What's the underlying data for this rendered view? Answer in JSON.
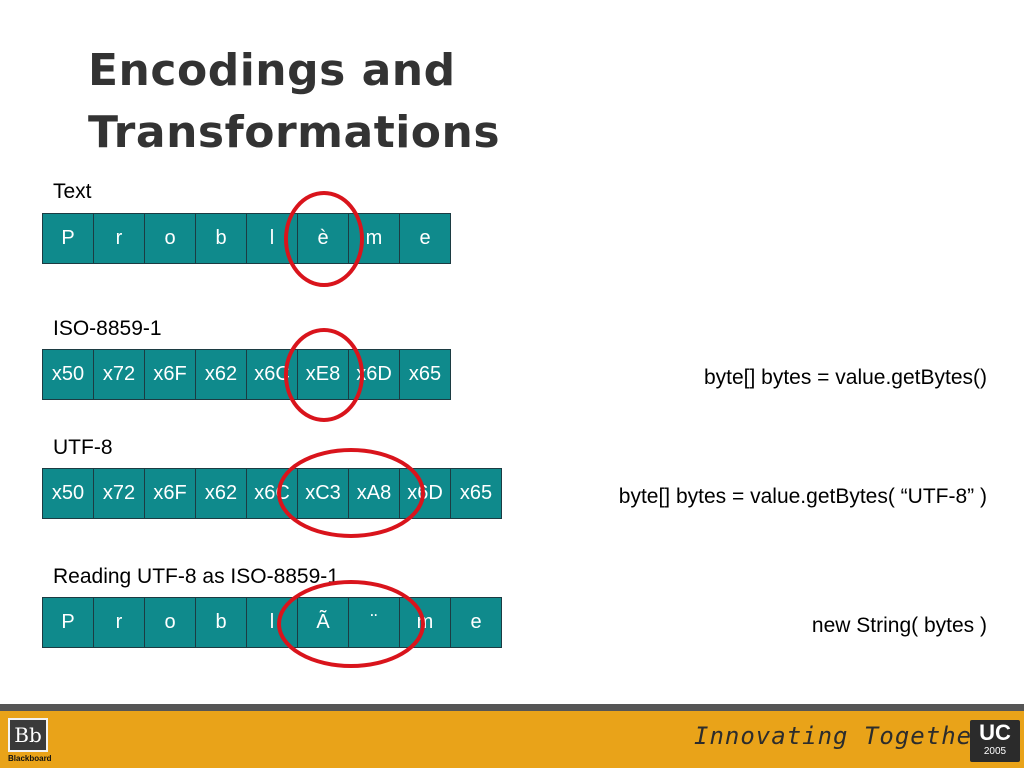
{
  "slide": {
    "title_line1": "Encodings and",
    "title_line2": "Transformations"
  },
  "rows": [
    {
      "label": "Text",
      "cells": [
        "P",
        "r",
        "o",
        "b",
        "l",
        "è",
        "m",
        "e"
      ],
      "code": ""
    },
    {
      "label": "ISO-8859-1",
      "cells": [
        "x50",
        "x72",
        "x6F",
        "x62",
        "x6C",
        "xE8",
        "x6D",
        "x65"
      ],
      "code": "byte[] bytes = value.getBytes()"
    },
    {
      "label": "UTF-8",
      "cells": [
        "x50",
        "x72",
        "x6F",
        "x62",
        "x6C",
        "xC3",
        "xA8",
        "x6D",
        "x65"
      ],
      "code": "byte[] bytes = value.getBytes( “UTF-8” )"
    },
    {
      "label": "Reading UTF-8 as ISO-8859-1",
      "cells": [
        "P",
        "r",
        "o",
        "b",
        "l",
        "Ã",
        "¨",
        "m",
        "e"
      ],
      "code": "new String( bytes )"
    }
  ],
  "footer": {
    "bb_mark": "Bb",
    "bb_name": "Blackboard",
    "tagline": "Innovating Together.",
    "uc_main": "UC",
    "uc_year": "2005"
  },
  "colors": {
    "cell_fill": "#0f8a8c",
    "highlight_circle": "#d9141c",
    "footer_bar": "#e9a319"
  }
}
